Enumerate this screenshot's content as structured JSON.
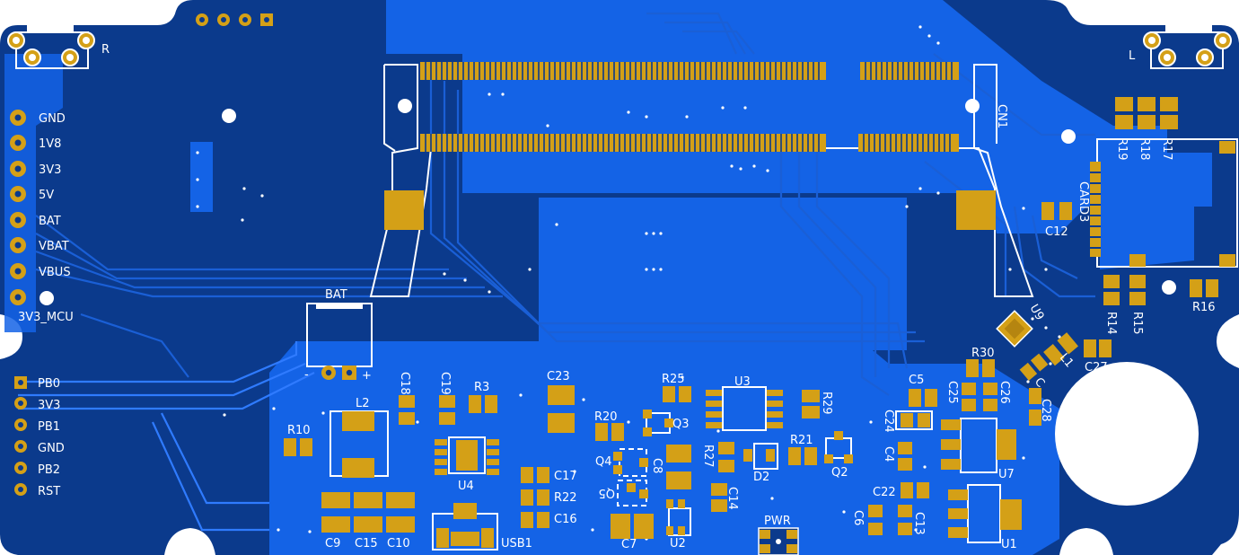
{
  "board": {
    "colors": {
      "substrate": "#0b3a8c",
      "copper_pour": "#1463e6",
      "pad": "#d4a017",
      "silkscreen": "#ffffff",
      "background": "#ffffff"
    }
  },
  "labels": {
    "speaker_right": "R",
    "speaker_left": "L",
    "cn1": "CN1",
    "bat": "BAT",
    "bat_minus": "-",
    "bat_plus": "+",
    "card3": "CARD3",
    "u9": "U9",
    "usb1": "USB1",
    "pwr": "PWR",
    "u4": "U4",
    "u3": "U3",
    "u2": "U2",
    "u7": "U7",
    "u1": "U1",
    "l2": "L2",
    "l1": "L1",
    "q2": "Q2",
    "q3": "Q3",
    "q4": "Q4",
    "q5": "Q5",
    "d2": "D2"
  },
  "power_header": [
    "GND",
    "1V8",
    "3V3",
    "5V",
    "BAT",
    "VBAT",
    "VBUS",
    "3V3_MCU"
  ],
  "debug_header": [
    "PB0",
    "3V3",
    "PB1",
    "GND",
    "PB2",
    "RST"
  ],
  "resistors": {
    "r3": "R3",
    "r10": "R10",
    "r14": "R14",
    "r15": "R15",
    "r16": "R16",
    "r17": "R17",
    "r18": "R18",
    "r19": "R19",
    "r20": "R20",
    "r21": "R21",
    "r22": "R22",
    "r25": "R25",
    "r27": "R27",
    "r29": "R29",
    "r30": "R30"
  },
  "capacitors": {
    "c4": "C4",
    "c5": "C5",
    "c6": "C6",
    "c7": "C7",
    "c8": "C8",
    "c9": "C9",
    "c10": "C10",
    "c12": "C12",
    "c13": "C13",
    "c14": "C14",
    "c15": "C15",
    "c16": "C16",
    "c17": "C17",
    "c18": "C18",
    "c19": "C19",
    "c22": "C22",
    "c23": "C23",
    "c24": "C24",
    "c25": "C25",
    "c26": "C26",
    "c27": "C27",
    "c28": "C28",
    "c_l1": "C"
  }
}
